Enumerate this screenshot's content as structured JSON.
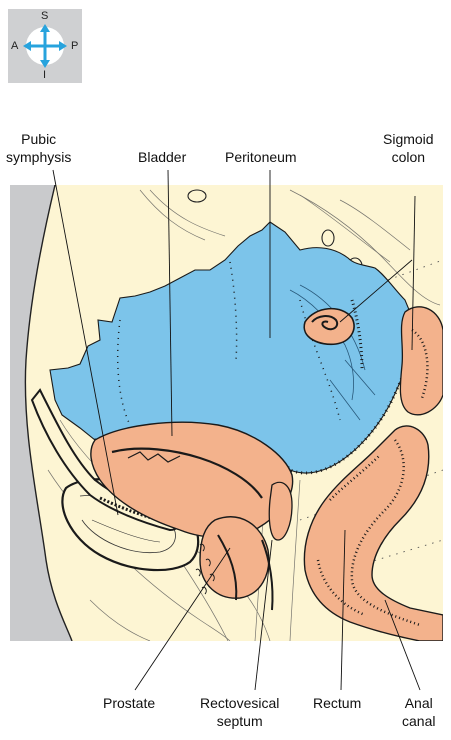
{
  "compass": {
    "superior": "S",
    "inferior": "I",
    "anterior": "A",
    "posterior": "P"
  },
  "labels": {
    "pubic_symphysis": [
      "Pubic",
      "symphysis"
    ],
    "bladder": "Bladder",
    "peritoneum": "Peritoneum",
    "sigmoid_colon": [
      "Sigmoid",
      "colon"
    ],
    "prostate": "Prostate",
    "rectovesical_septum": [
      "Rectovesical",
      "septum"
    ],
    "rectum": "Rectum",
    "anal_canal": [
      "Anal",
      "canal"
    ]
  },
  "colors": {
    "peritoneum_blue": "#7cc4ea",
    "organ_salmon": "#f3b28c",
    "background_cream": "#fdf5d3",
    "bone_gray": "#c9cacc",
    "compass_arrow": "#27a3dd"
  }
}
